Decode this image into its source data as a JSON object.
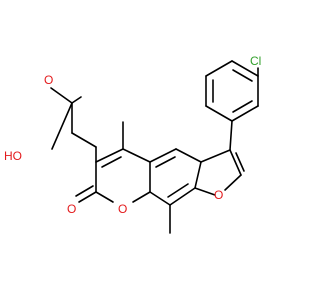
{
  "molecule": {
    "atoms": {
      "chlorine": {
        "symbol": "Cl",
        "color": "#33a02c"
      },
      "carboxyl_hydroxyl": {
        "symbol": "HO",
        "color": "#e31a1c"
      },
      "carboxyl_carbonyl_oxygen": {
        "symbol": "O",
        "color": "#e31a1c"
      },
      "lactone_carbonyl_oxygen": {
        "symbol": "O",
        "color": "#e31a1c"
      },
      "pyran_ring_oxygen": {
        "symbol": "O",
        "color": "#e31a1c"
      },
      "furan_ring_oxygen": {
        "symbol": "O",
        "color": "#e31a1c"
      }
    },
    "bond_color": "#000000"
  }
}
